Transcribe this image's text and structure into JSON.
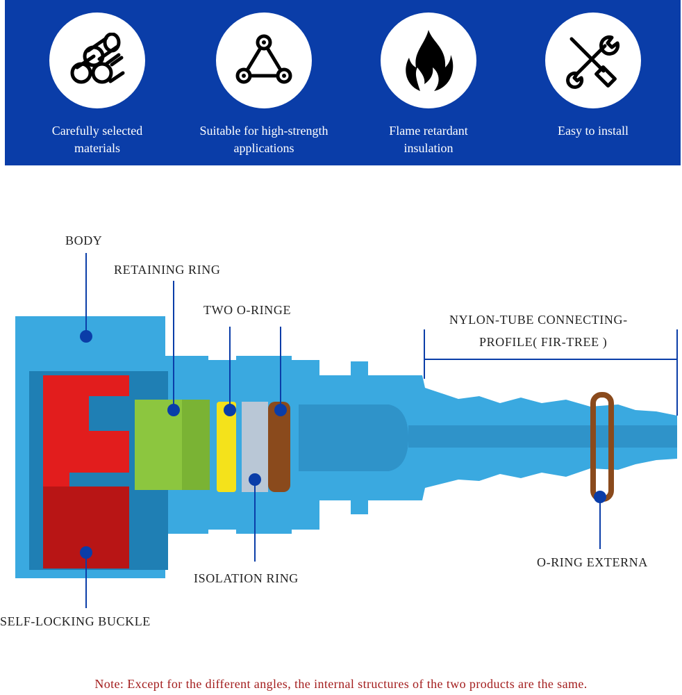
{
  "features": [
    {
      "icon": "logs-icon",
      "label": "Carefully selected\nmaterials"
    },
    {
      "icon": "triangle-nodes-icon",
      "label": "Suitable for high-strength\napplications"
    },
    {
      "icon": "flame-icon",
      "label": "Flame retardant\ninsulation"
    },
    {
      "icon": "wrench-screwdriver-icon",
      "label": "Easy to install"
    }
  ],
  "callouts": {
    "body": "BODY",
    "retaining_ring": "RETAINING RING",
    "two_o_ringe": "TWO O-RINGE",
    "nylon_tube_line1": "NYLON-TUBE CONNECTING-",
    "nylon_tube_line2": "PROFILE( FIR-TREE )",
    "isolation_ring": "ISOLATION RING",
    "o_ring_externa": "O-RING EXTERNA",
    "self_locking_buckle": "SELF-LOCKING BUCKLE"
  },
  "note": "Note: Except for the different angles, the internal structures of the two products are the same.",
  "colors": {
    "banner": "#0a3da8",
    "connector_body": "#3aa9e0",
    "buckle": "#e21d1d",
    "retaining_ring": "#8cc63f",
    "o_ring_yellow": "#f4e21b",
    "isolation_ring": "#b9c7d6",
    "o_ring_brown": "#8a4a1c",
    "marker": "#0a3da8",
    "note": "#a31d1d"
  }
}
